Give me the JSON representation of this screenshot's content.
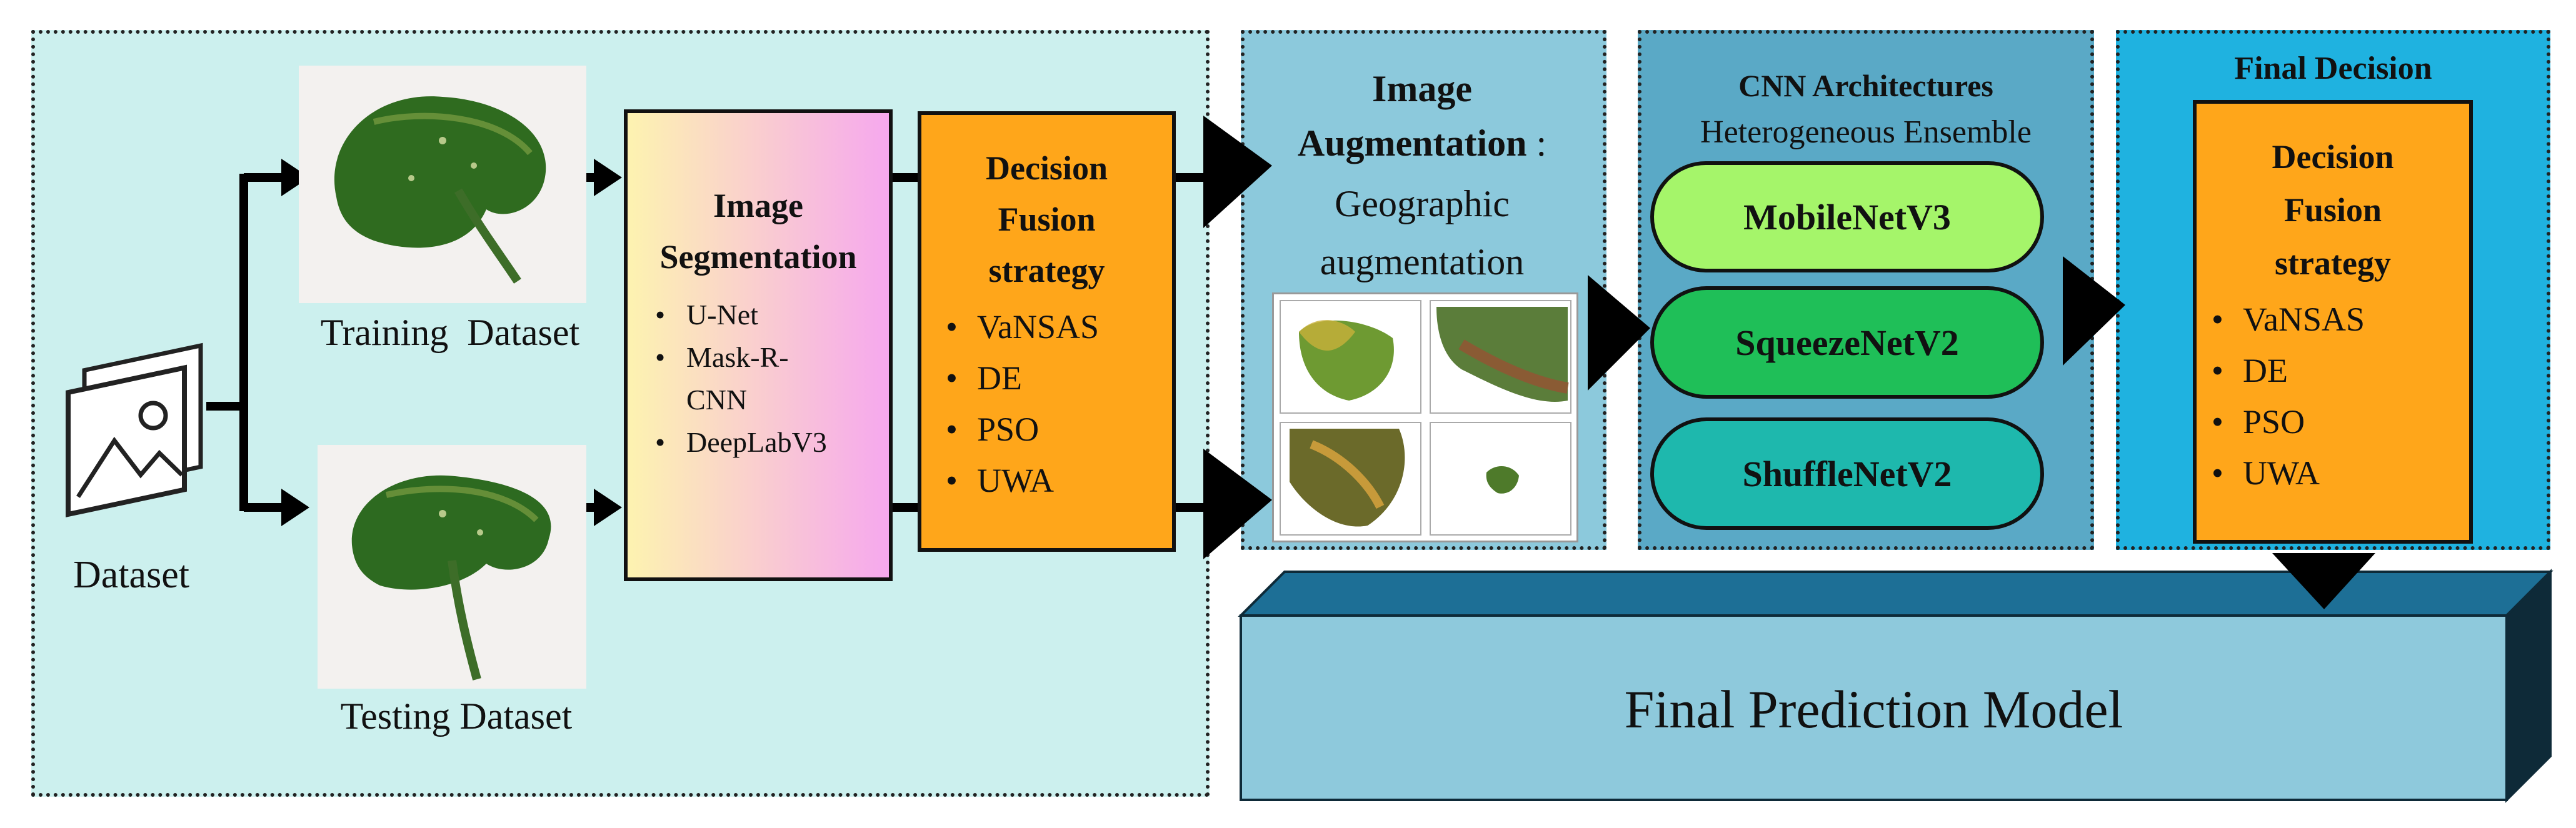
{
  "dataset": {
    "label": "Dataset"
  },
  "training": {
    "label": "Training  Dataset"
  },
  "testing": {
    "label": "Testing Dataset"
  },
  "segmentation": {
    "title_line1": "Image",
    "title_line2": "Segmentation",
    "items": [
      "U-Net",
      "Mask-R-",
      "CNN",
      "DeepLabV3"
    ]
  },
  "fusion_left": {
    "title_line1": "Decision",
    "title_line2": "Fusion",
    "title_line3": "strategy",
    "items": [
      "VaNSAS",
      "DE",
      "PSO",
      "UWA"
    ]
  },
  "augmentation": {
    "title_line1": "Image",
    "title_line2": "Augmentation",
    "colon": ":",
    "sub_line1": "Geographic",
    "sub_line2": "augmentation"
  },
  "cnn": {
    "title": "CNN Architectures",
    "subtitle": "Heterogeneous Ensemble",
    "models": [
      "MobileNetV3",
      "SqueezeNetV2",
      "ShuffleNetV2"
    ]
  },
  "final_decision": {
    "title": "Final Decision",
    "title_line1": "Decision",
    "title_line2": "Fusion",
    "title_line3": "strategy",
    "items": [
      "VaNSAS",
      "DE",
      "PSO",
      "UWA"
    ]
  },
  "prediction": {
    "label": "Final Prediction Model"
  },
  "colors": {
    "panel_bg": "#ccf0ee",
    "segmentation_gradient_start": "#fdf3b0",
    "segmentation_gradient_end": "#f6a8ee",
    "fusion_orange": "#ffa61a",
    "augmentation_bg": "#8cc9dc",
    "cnn_bg": "#5aa9c6",
    "final_bg": "#1fb2e0",
    "mobilenet": "#a5f56a",
    "squeezenet": "#1fbf58",
    "shufflenet": "#1eb8ad",
    "prediction_front": "#8ec9dc",
    "prediction_top": "#1d6f96",
    "prediction_side": "#0e2a38"
  }
}
